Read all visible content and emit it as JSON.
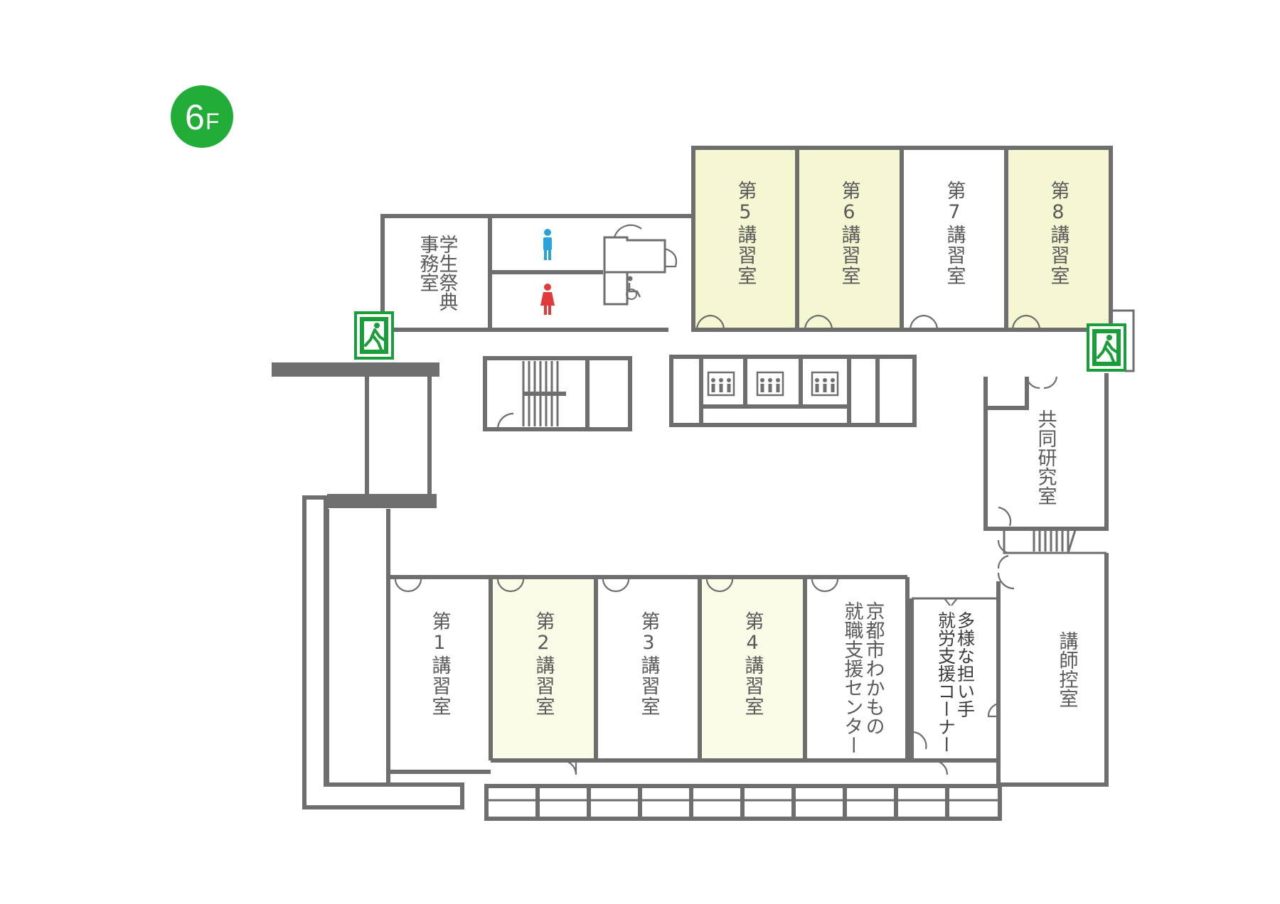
{
  "floor": {
    "number": "6",
    "suffix": "F"
  },
  "colors": {
    "highlight": "#f5f7d3",
    "highlight_light": "#fbfce8",
    "wall": "#6e6e6e",
    "badge": "#22ac38",
    "exit_green": "#1a9e3a",
    "male": "#2aa3d9",
    "female": "#e03a3a"
  },
  "rooms": {
    "r5": "第5講習室",
    "r6": "第6講習室",
    "r7": "第7講習室",
    "r8": "第8講習室",
    "festival_line1": "学生祭典",
    "festival_line2": "事務室",
    "joint": "共同研究室",
    "r1": "第1講習室",
    "r2": "第2講習室",
    "r3": "第3講習室",
    "r4": "第4講習室",
    "wakamono_line1": "京都市わかもの",
    "wakamono_line2": "就職支援センター",
    "diverse_line1": "多様な担い手",
    "diverse_line2": "就労支援コーナー",
    "lecturer": "講師控室"
  },
  "icons": [
    "male-restroom-icon",
    "female-restroom-icon",
    "wheelchair-icon",
    "elevator-icon",
    "emergency-exit-icon",
    "stairs-icon"
  ]
}
